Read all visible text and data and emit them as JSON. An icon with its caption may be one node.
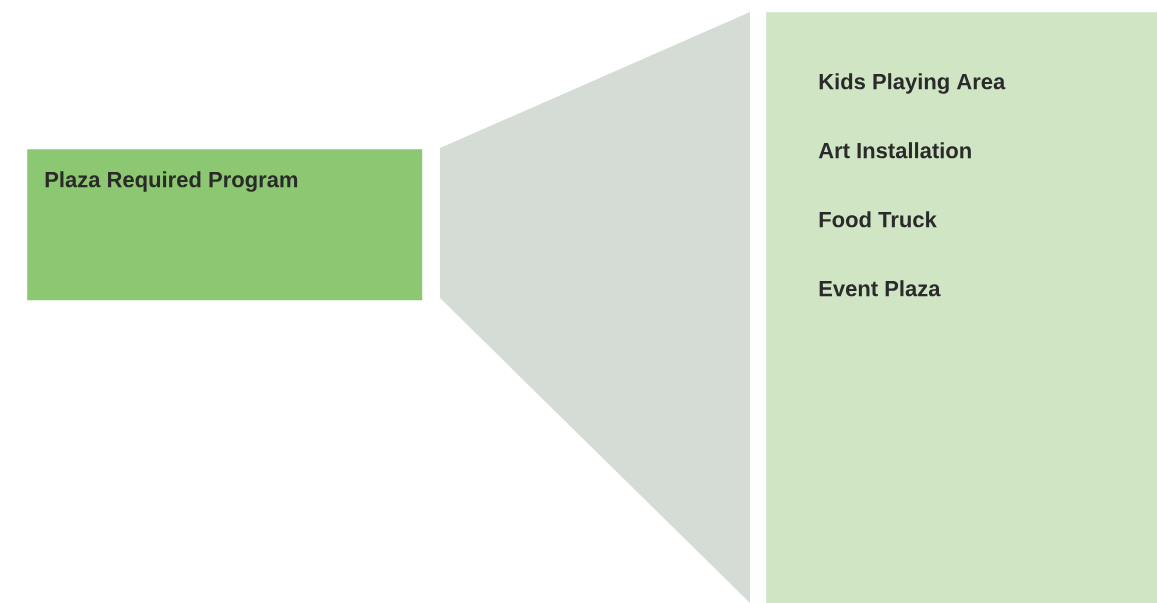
{
  "diagram": {
    "nodes": [
      {
        "text": [
          "Plaza Required Program"
        ]
      },
      {
        "text": [],
        "shape": "trapezoid"
      },
      {
        "text": [
          "Kids Playing Area",
          "Art Installation",
          "Food Truck",
          "Event Plaza"
        ]
      }
    ]
  }
}
